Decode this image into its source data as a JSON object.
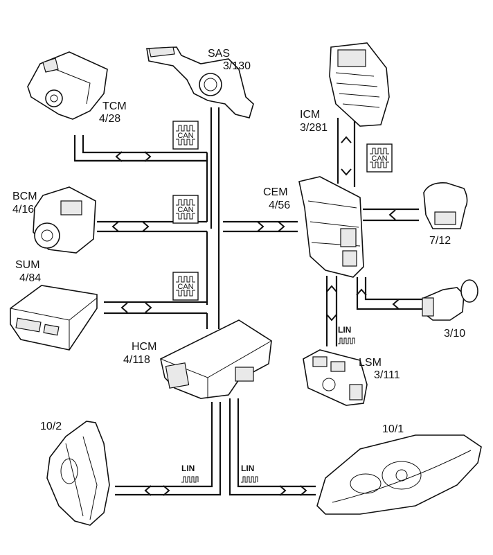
{
  "nodes": {
    "sas": {
      "name": "SAS",
      "ref": "3/130"
    },
    "tcm": {
      "name": "TCM",
      "ref": "4/28"
    },
    "icm": {
      "name": "ICM",
      "ref": "3/281"
    },
    "bcm": {
      "name": "BCM",
      "ref": "4/16"
    },
    "cem": {
      "name": "CEM",
      "ref": "4/56"
    },
    "sum": {
      "name": "SUM",
      "ref": "4/84"
    },
    "hcm": {
      "name": "HCM",
      "ref": "4/118"
    },
    "lsm": {
      "name": "LSM",
      "ref": "3/111"
    },
    "comp_7_12": {
      "ref": "7/12"
    },
    "comp_3_10": {
      "ref": "3/10"
    },
    "headlamp_left": {
      "ref": "10/2"
    },
    "headlamp_right": {
      "ref": "10/1"
    }
  },
  "bus_labels": {
    "can": "CAN",
    "lin": "LIN"
  }
}
